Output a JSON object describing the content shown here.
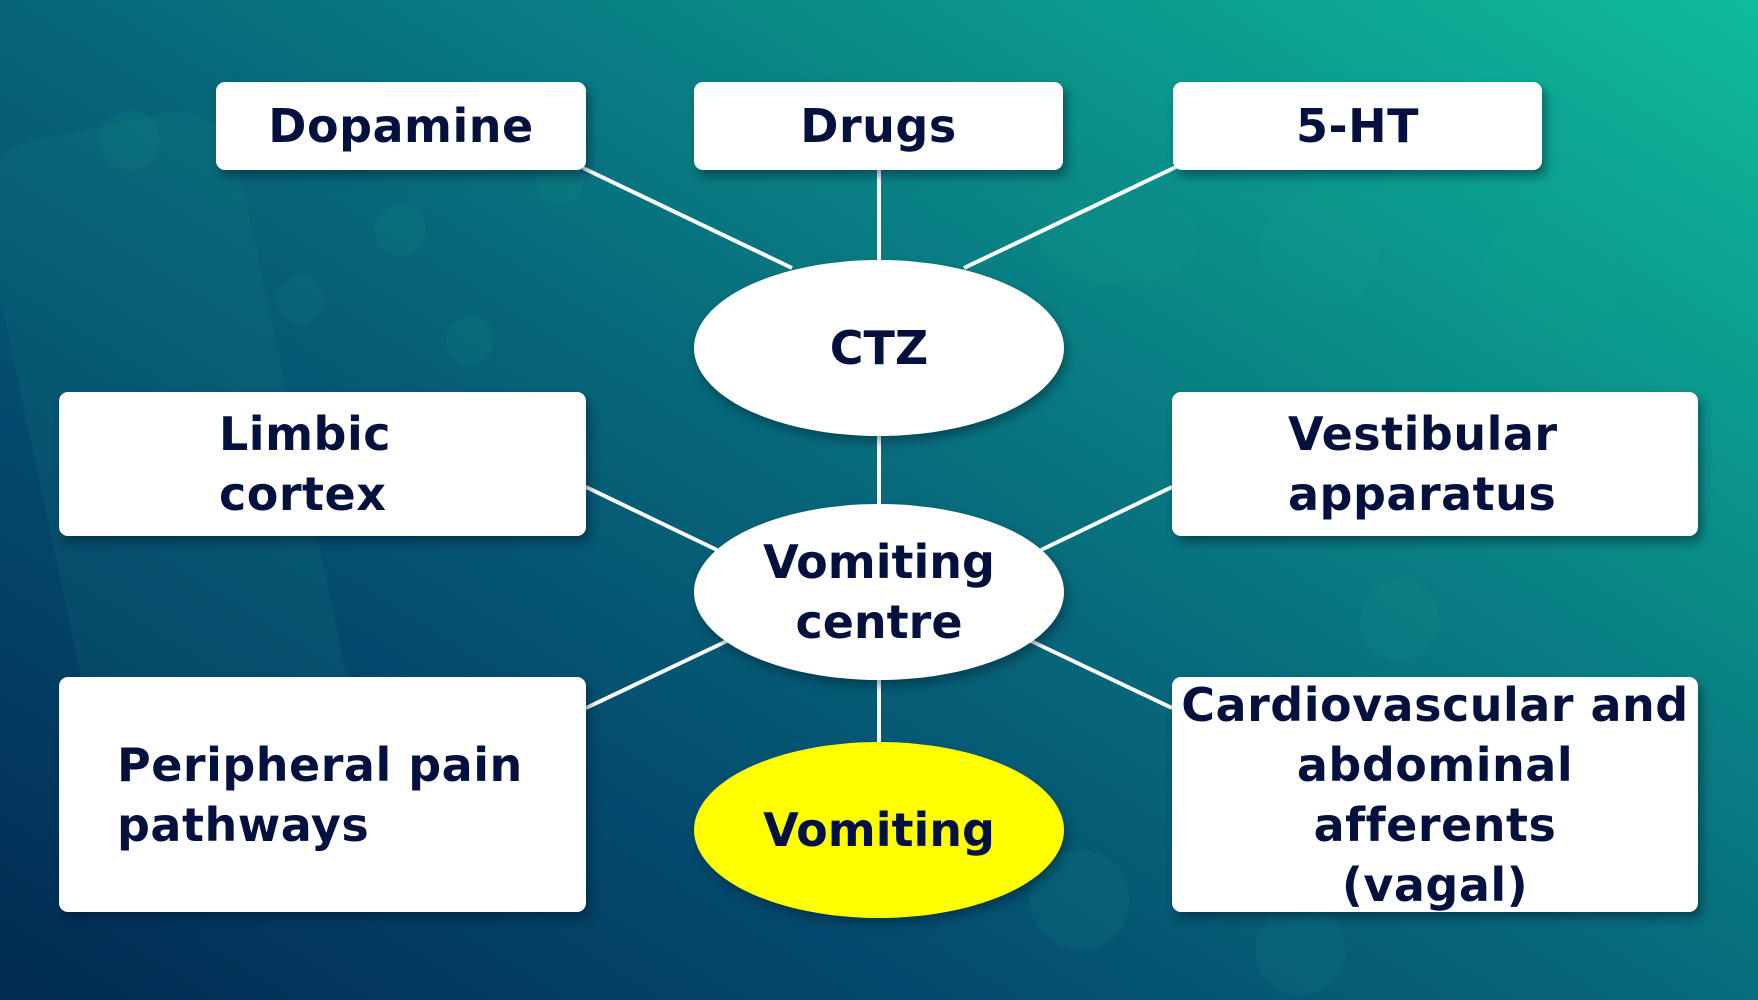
{
  "diagram": {
    "title_nodes": {
      "dopamine": "Dopamine",
      "drugs": "Drugs",
      "five_ht": "5-HT",
      "ctz": "CTZ",
      "limbic": "Limbic\ncortex",
      "vestibular": "Vestibular\napparatus",
      "vomiting_centre": "Vomiting\ncentre",
      "peripheral": "Peripheral pain\npathways",
      "cardio": "Cardiovascular and\nabdominal afferents\n(vagal)",
      "vomiting": "Vomiting"
    },
    "edges": [
      [
        "dopamine",
        "ctz"
      ],
      [
        "drugs",
        "ctz"
      ],
      [
        "five_ht",
        "ctz"
      ],
      [
        "ctz",
        "vomiting_centre"
      ],
      [
        "limbic",
        "vomiting_centre"
      ],
      [
        "vestibular",
        "vomiting_centre"
      ],
      [
        "peripheral",
        "vomiting_centre"
      ],
      [
        "cardio",
        "vomiting_centre"
      ],
      [
        "vomiting_centre",
        "vomiting"
      ]
    ],
    "colors": {
      "text": "#04113f",
      "node_fill": "#ffffff",
      "highlight_fill": "#ffff00",
      "connector": "#ffffff"
    }
  }
}
